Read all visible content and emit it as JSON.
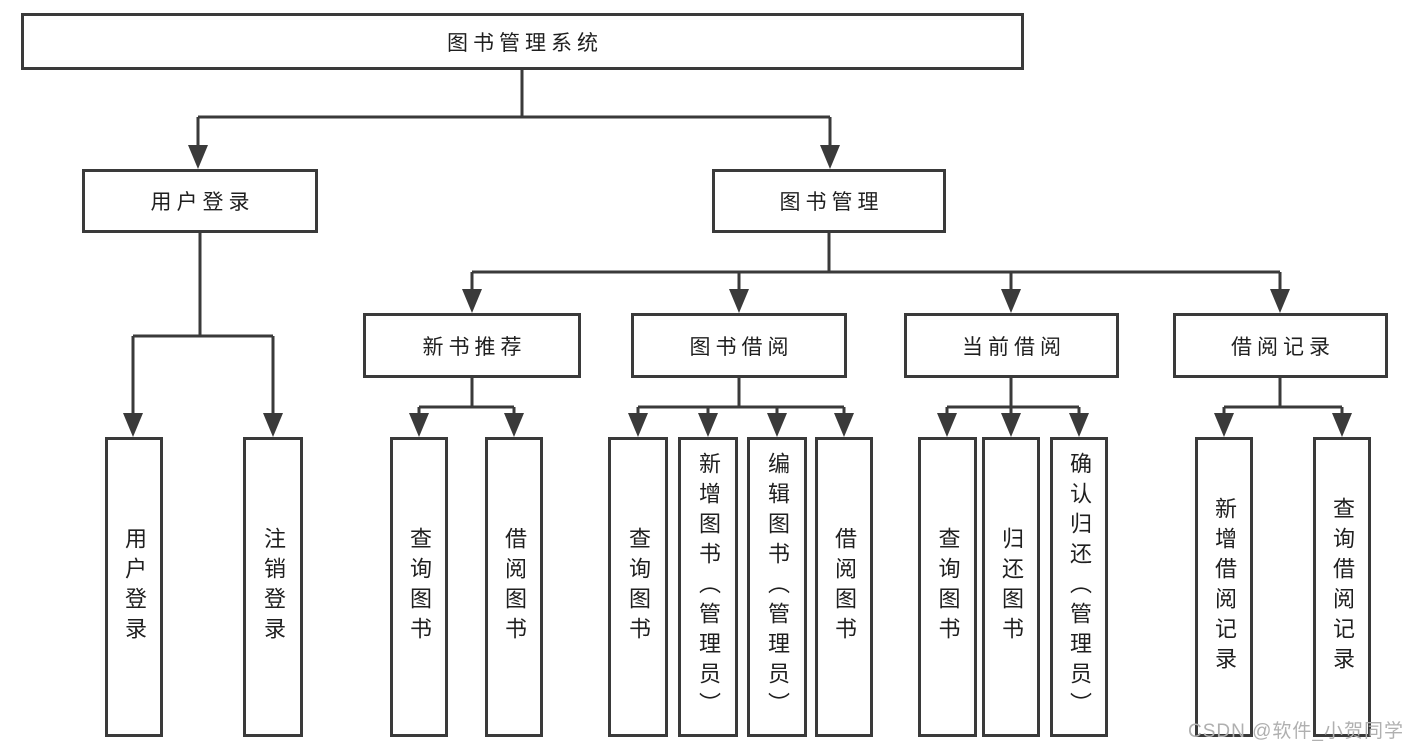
{
  "diagram": {
    "type": "hierarchy",
    "root": {
      "label": "图书管理系统"
    },
    "level2": [
      {
        "label": "用户登录",
        "children": [
          {
            "label": "用户登录"
          },
          {
            "label": "注销登录"
          }
        ]
      },
      {
        "label": "图书管理",
        "children": [
          {
            "label": "新书推荐",
            "children": [
              {
                "label": "查询图书"
              },
              {
                "label": "借阅图书"
              }
            ]
          },
          {
            "label": "图书借阅",
            "children": [
              {
                "label": "查询图书"
              },
              {
                "label": "新增图书（管理员）"
              },
              {
                "label": "编辑图书（管理员）"
              },
              {
                "label": "借阅图书"
              }
            ]
          },
          {
            "label": "当前借阅",
            "children": [
              {
                "label": "查询图书"
              },
              {
                "label": "归还图书"
              },
              {
                "label": "确认归还（管理员）"
              }
            ]
          },
          {
            "label": "借阅记录",
            "children": [
              {
                "label": "新增借阅记录"
              },
              {
                "label": "查询借阅记录"
              }
            ]
          }
        ]
      }
    ]
  },
  "watermark": {
    "text": "CSDN @软件_小贺同学"
  },
  "colors": {
    "line": "#3a3a3a",
    "text": "#1f1f1f",
    "box_background": "#ffffff",
    "background": "#ffffff",
    "watermark": "#b0b0b0"
  }
}
